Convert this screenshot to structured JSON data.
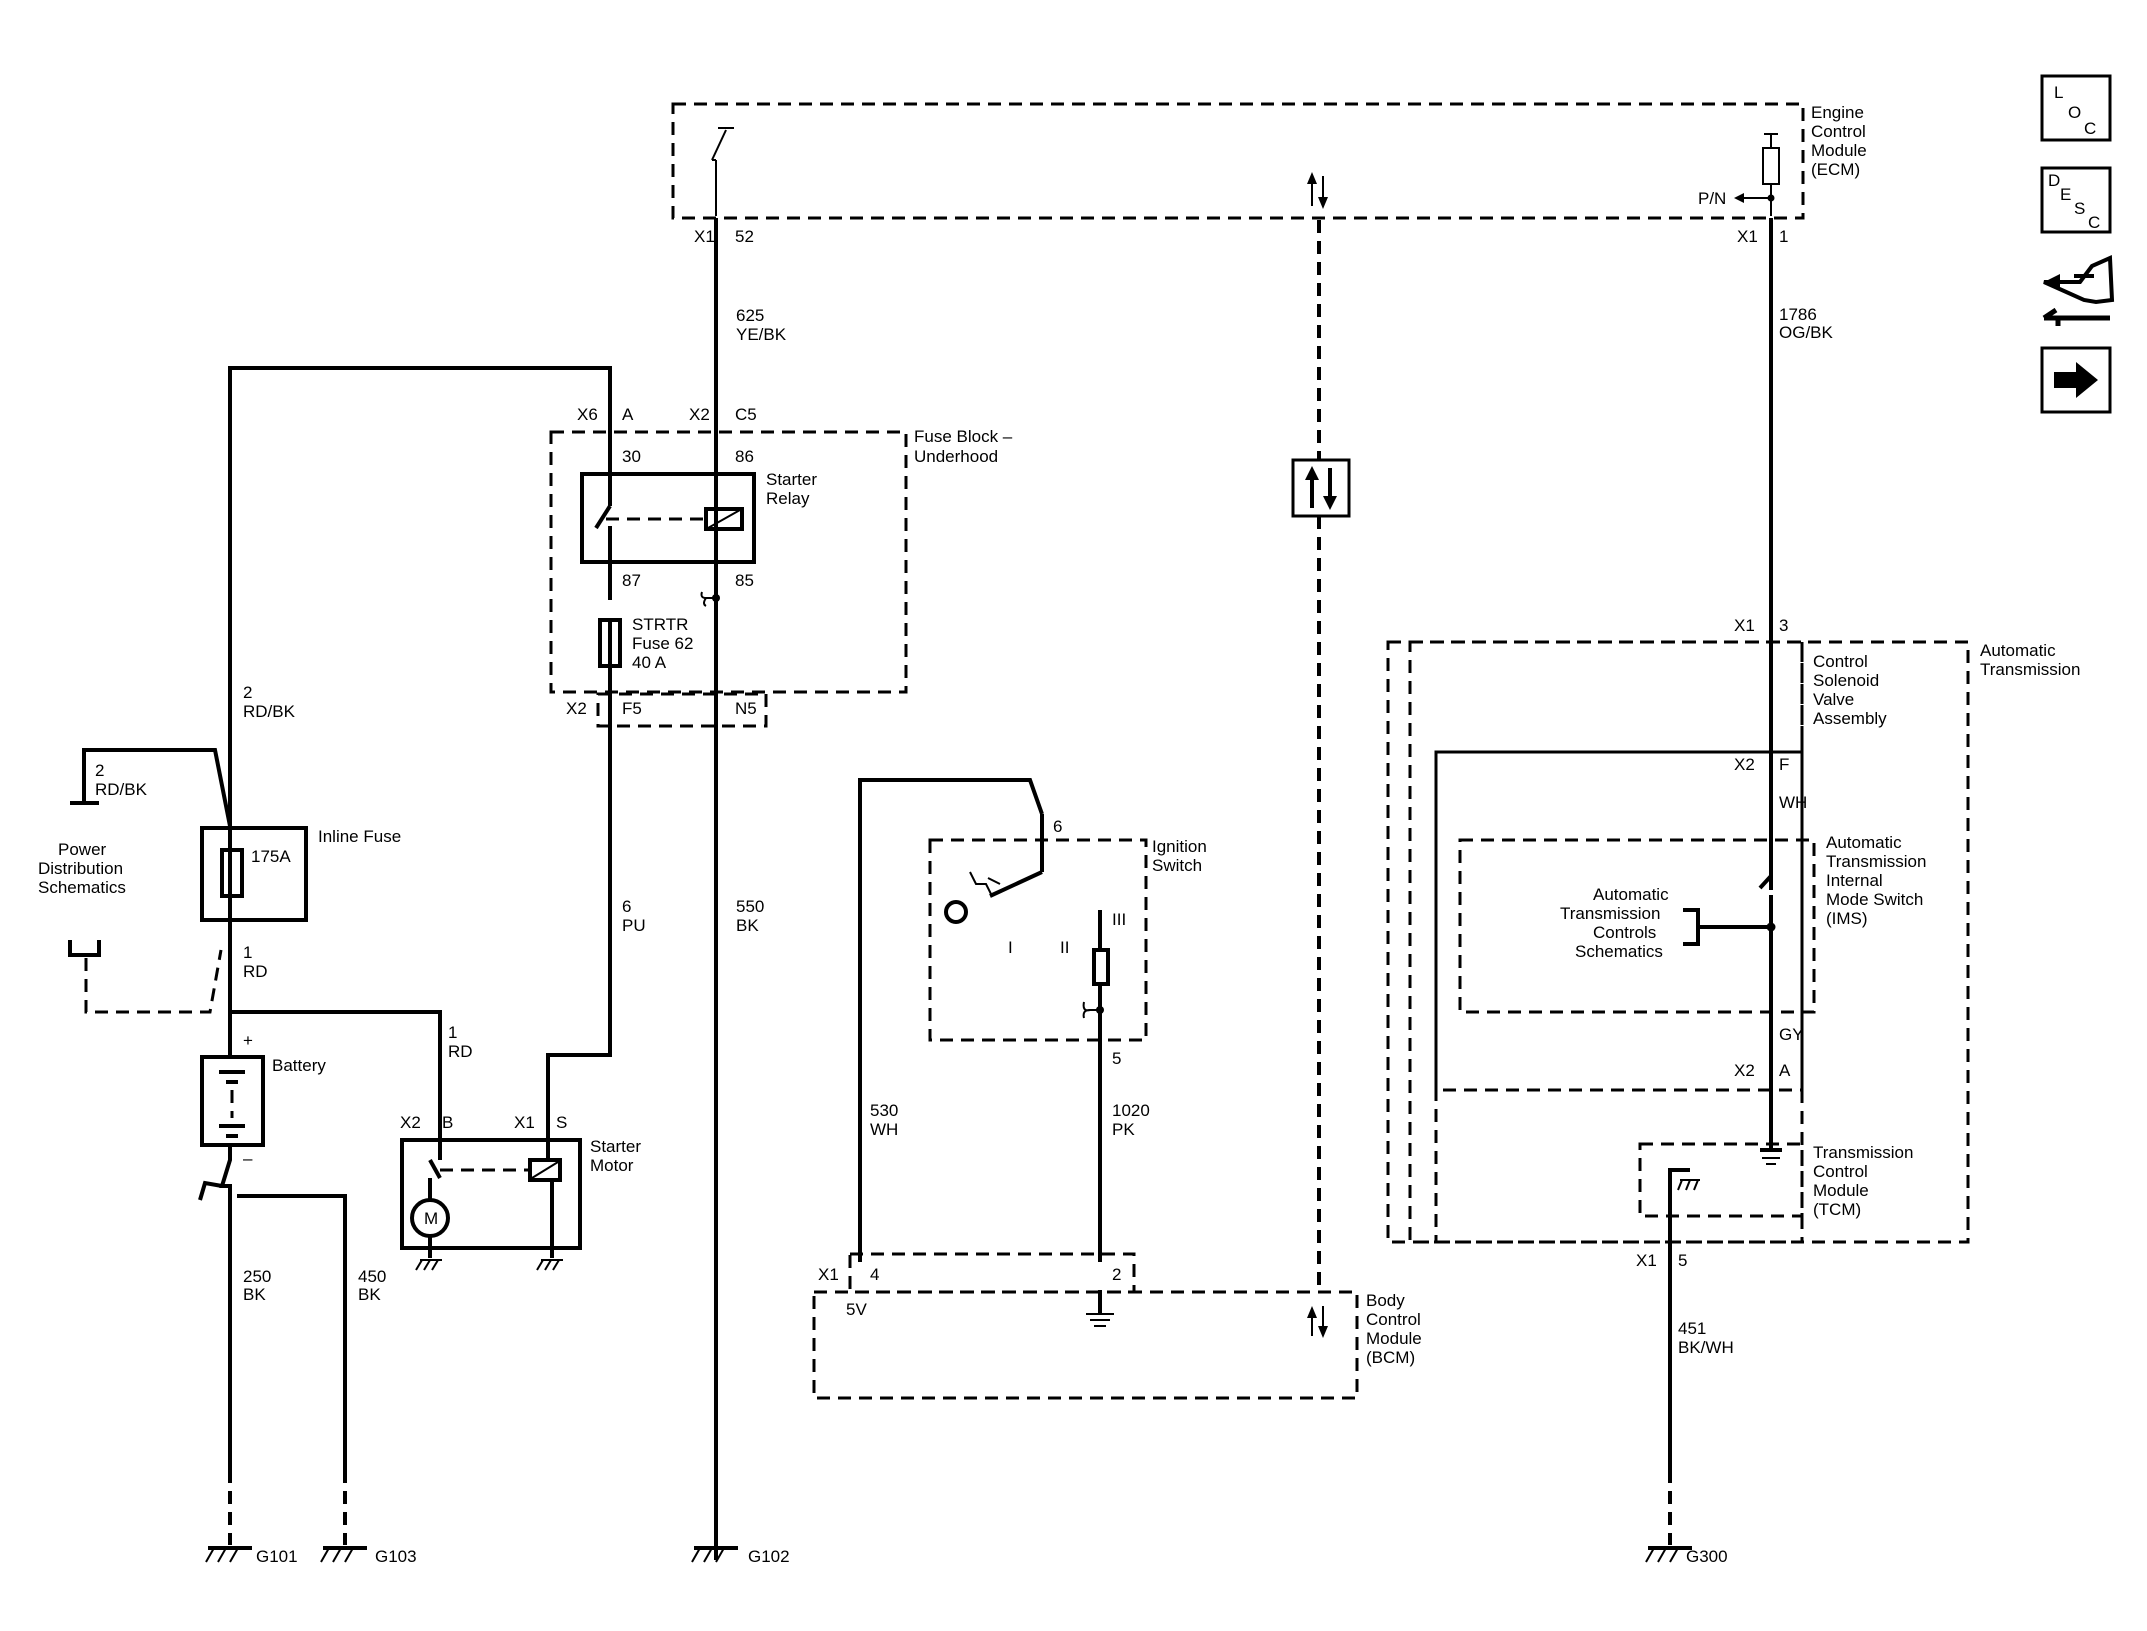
{
  "ecm": {
    "line1": "Engine",
    "line2": "Control",
    "line3": "Module",
    "line4": "(ECM)"
  },
  "ecm_pins": {
    "conn_left": "X1",
    "pin_left": "52",
    "conn_right": "X1",
    "pin_right": "1",
    "pn": "P/N"
  },
  "wires": {
    "w625": {
      "circuit": "625",
      "color": "YE/BK"
    },
    "w1786": {
      "circuit": "1786",
      "color": "OG/BK"
    },
    "w2a": {
      "circuit": "2",
      "color": "RD/BK"
    },
    "w2b": {
      "circuit": "2",
      "color": "RD/BK"
    },
    "w1rd": {
      "circuit": "1",
      "color": "RD"
    },
    "w1rd2": {
      "circuit": "1",
      "color": "RD"
    },
    "w6": {
      "circuit": "6",
      "color": "PU"
    },
    "w550": {
      "circuit": "550",
      "color": "BK"
    },
    "w530": {
      "circuit": "530",
      "color": "WH"
    },
    "w1020": {
      "circuit": "1020",
      "color": "PK"
    },
    "w250": {
      "circuit": "250",
      "color": "BK"
    },
    "w450": {
      "circuit": "450",
      "color": "BK"
    },
    "w451": {
      "circuit": "451",
      "color": "BK/WH"
    },
    "wh": "WH",
    "gy": "GY"
  },
  "fuse_block": {
    "line1": "Fuse Block –",
    "line2": "Underhood",
    "x6": "X6",
    "a": "A",
    "x2": "X2",
    "c5": "C5",
    "p30": "30",
    "p86": "86",
    "p87": "87",
    "p85": "85",
    "relay1": "Starter",
    "relay2": "Relay",
    "fuse1": "STRTR",
    "fuse2": "Fuse 62",
    "fuse3": "40 A",
    "x2b": "X2",
    "f5": "F5",
    "n5": "N5"
  },
  "power_dist": {
    "line1": "Power",
    "line2": "Distribution",
    "line3": "Schematics"
  },
  "inline_fuse": {
    "label": "Inline Fuse",
    "rating": "175A"
  },
  "battery": {
    "label": "Battery",
    "plus": "+",
    "minus": "–"
  },
  "starter_motor": {
    "line1": "Starter",
    "line2": "Motor",
    "x2": "X2",
    "b": "B",
    "x1": "X1",
    "s": "S",
    "m": "M"
  },
  "ignition": {
    "line1": "Ignition",
    "line2": "Switch",
    "pin6": "6",
    "pin5": "5",
    "pos1": "I",
    "pos2": "II",
    "pos3": "III"
  },
  "bcm": {
    "line1": "Body",
    "line2": "Control",
    "line3": "Module",
    "line4": "(BCM)",
    "x1": "X1",
    "p4": "4",
    "p2": "2",
    "v5": "5V"
  },
  "trans": {
    "auto1": "Automatic",
    "auto2": "Transmission",
    "csv1": "Control",
    "csv2": "Solenoid",
    "csv3": "Valve",
    "csv4": "Assembly",
    "x1_3": "X1",
    "p3": "3",
    "x2_f": "X2",
    "pf": "F",
    "x2_a": "X2",
    "pa": "A",
    "ims1": "Automatic",
    "ims2": "Transmission",
    "ims3": "Internal",
    "ims4": "Mode Switch",
    "ims5": "(IMS)",
    "atc1": "Automatic",
    "atc2": "Transmission",
    "atc3": "Controls",
    "atc4": "Schematics",
    "tcm1": "Transmission",
    "tcm2": "Control",
    "tcm3": "Module",
    "tcm4": "(TCM)",
    "x1_5": "X1",
    "p5": "5"
  },
  "grounds": {
    "g101": "G101",
    "g103": "G103",
    "g102": "G102",
    "g300": "G300"
  },
  "nav_icons": {
    "loc": {
      "l": "L",
      "o": "O",
      "c": "C"
    },
    "desc": {
      "d": "D",
      "e": "E",
      "s": "S",
      "c": "C"
    },
    "connector_icon": "connector-icon",
    "next_icon": "arrow-right-icon"
  }
}
